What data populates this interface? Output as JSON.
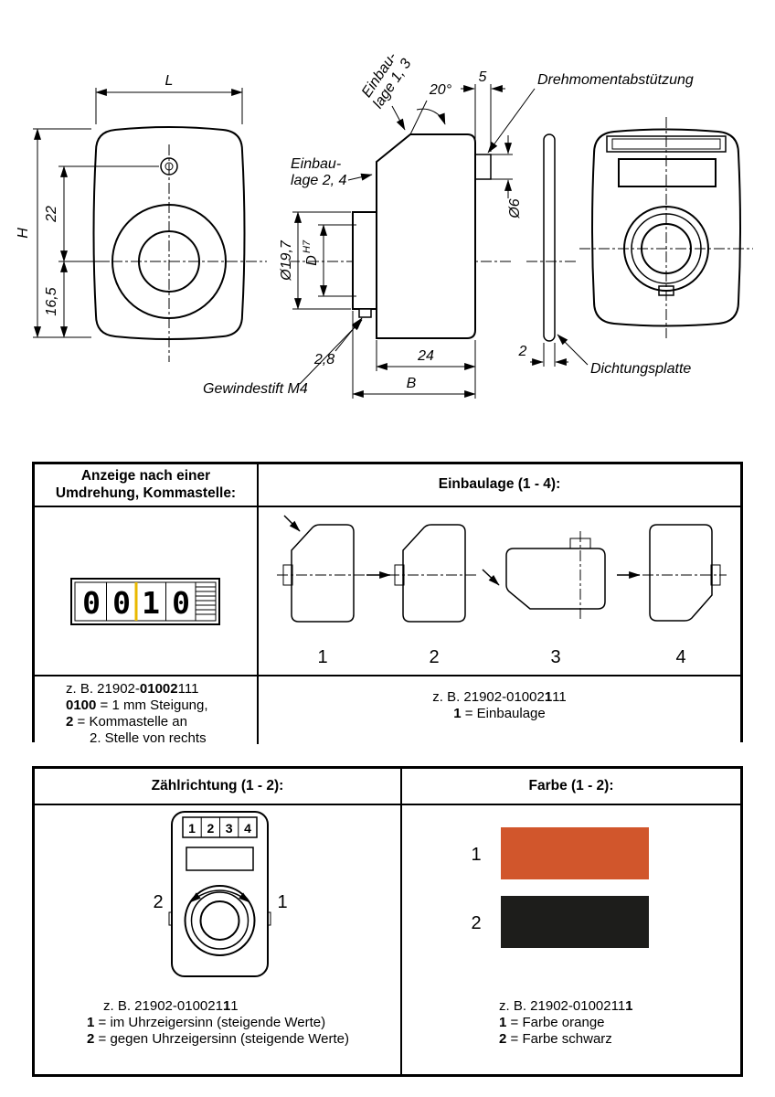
{
  "colors": {
    "orange": "#d1562c",
    "swatch_black": "#1d1d1b",
    "shape_gray": "#d2d2d2",
    "tab_gray": "#909090",
    "comma_yellow": "#e9b900"
  },
  "drawing": {
    "dim_L": "L",
    "dim_H": "H",
    "dim_22": "22",
    "dim_16_5": "16,5",
    "dim_5": "5",
    "dim_20": "20°",
    "dim_o6": "Ø6",
    "dim_o19_7": "Ø19,7",
    "dim_D": "D",
    "dim_H7": "H7",
    "dim_2_8": "2,8",
    "dim_24": "24",
    "dim_B": "B",
    "dim_2": "2",
    "label_drehmoment": "Drehmomentabstützung",
    "label_einbau13_l1": "Einbau-",
    "label_einbau13_l2": "lage 1, 3",
    "label_einbau24_l1": "Einbau-",
    "label_einbau24_l2": "lage 2, 4",
    "label_gewindestift": "Gewindestift M4",
    "label_dichtungsplatte": "Dichtungsplatte"
  },
  "table1": {
    "left_header_line1": "Anzeige nach einer",
    "left_header_line2": "Umdrehung, Kommastelle:",
    "right_header": "Einbaulage (1 - 4):",
    "counter_digits": [
      "0",
      "0",
      "1",
      "0"
    ],
    "position_labels": [
      "1",
      "2",
      "3",
      "4"
    ],
    "left_example": {
      "l1_pre": "z. B. 21902-",
      "l1_bold": "01002",
      "l1_post": "111",
      "l2_bold": "0100",
      "l2_rest": " = 1 mm Steigung,",
      "l3_bold": "2",
      "l3_rest": " = Kommastelle an",
      "l4": "2. Stelle von rechts"
    },
    "right_example": {
      "l1_pre": "z. B. 21902-01002",
      "l1_bold": "1",
      "l1_post": "11",
      "l2_bold": "1",
      "l2_rest": " = Einbaulage"
    }
  },
  "table2": {
    "left_header": "Zählrichtung (1 - 2):",
    "right_header": "Farbe (1 - 2):",
    "display_digits": [
      "1",
      "2",
      "3",
      "4"
    ],
    "arrow_left_label": "2",
    "arrow_right_label": "1",
    "swatch_labels": [
      "1",
      "2"
    ],
    "left_example": {
      "l1_pre": "z. B. 21902-010021",
      "l1_bold": "1",
      "l1_post": "1",
      "l2_bold": "1",
      "l2_rest": " = im Uhrzeigersinn (steigende Werte)",
      "l3_bold": "2",
      "l3_rest": " = gegen Uhrzeigersinn (steigende Werte)"
    },
    "right_example": {
      "l1_pre": "z. B. 21902-0100211",
      "l1_bold": "1",
      "l1_post": "",
      "l2_bold": "1",
      "l2_rest": " = Farbe orange",
      "l3_bold": "2",
      "l3_rest": " = Farbe schwarz"
    }
  }
}
